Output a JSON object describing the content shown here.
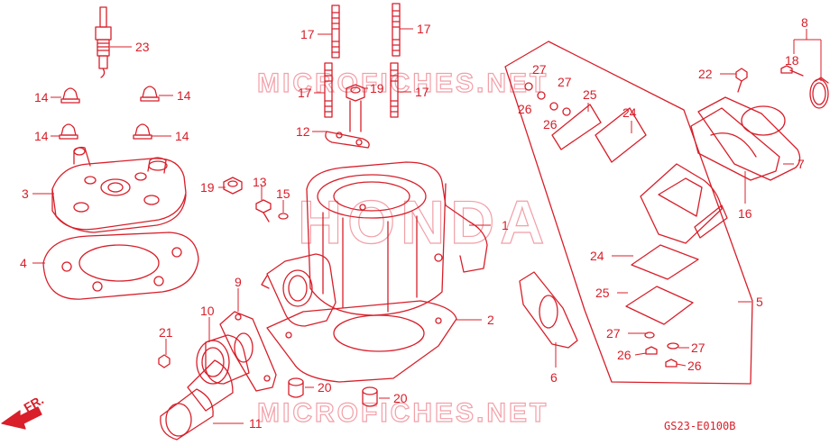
{
  "watermarks": {
    "top": "MICROFICHES.NET",
    "center": "HONDA",
    "bottom": "MICROFICHES.NET"
  },
  "labels": {
    "1": "1",
    "2": "2",
    "3": "3",
    "4": "4",
    "5": "5",
    "6": "6",
    "7": "7",
    "8": "8",
    "9": "9",
    "10": "10",
    "11": "11",
    "12": "12",
    "13": "13",
    "14": "14",
    "15": "15",
    "16": "16",
    "17": "17",
    "18": "18",
    "19": "19",
    "20": "20",
    "21": "21",
    "22": "22",
    "23": "23",
    "24": "24",
    "25": "25",
    "26": "26",
    "27": "27",
    "front": "FR."
  },
  "code": "GS23-E0100B",
  "colors": {
    "ink": "#d81f2a",
    "watermark": "#f2a0a8",
    "background": "#ffffff"
  }
}
